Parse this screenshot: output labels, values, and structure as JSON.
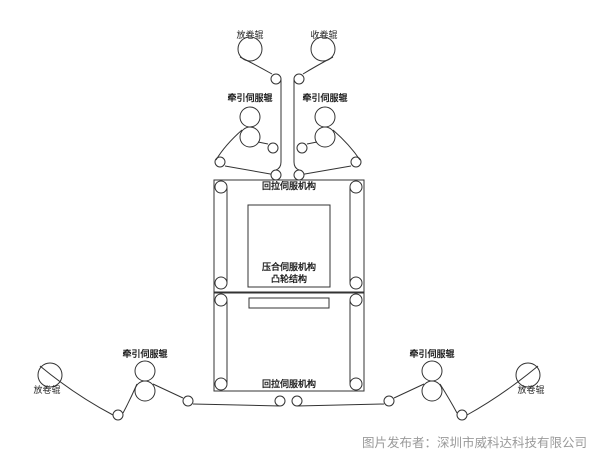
{
  "labels": {
    "unwind_top": "放卷辊",
    "rewind_top": "收卷辊",
    "traction_top_left": "牵引伺服辊",
    "traction_top_right": "牵引伺服辊",
    "pullback_top": "回拉伺服机构",
    "press_servo": "压合伺服机构",
    "cam_structure": "凸轮结构",
    "pullback_bottom": "回拉伺服机构",
    "traction_bottom_left": "牵引伺服辊",
    "traction_bottom_right": "牵引伺服辊",
    "unwind_bottom_left": "放卷辊",
    "unwind_bottom_right": "放卷辊"
  },
  "watermark": "图片发布者：深圳市威科达科技有限公司"
}
